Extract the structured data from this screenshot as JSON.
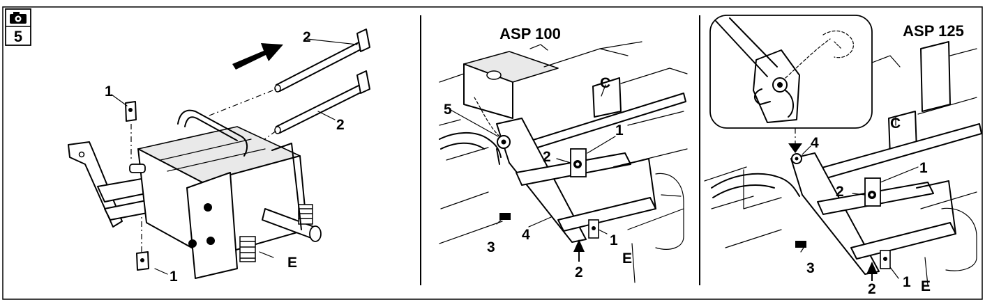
{
  "badge": {
    "icon": "camera-icon",
    "step": "5"
  },
  "panel1": {
    "labels": {
      "clip_top": "1",
      "clip_bottom": "1",
      "pin_top": "2",
      "pin_bottom": "2",
      "frame": "E"
    }
  },
  "panel2": {
    "title": "ASP 100",
    "labels": {
      "l5": "5",
      "C": "C",
      "l1a": "1",
      "l2a": "2",
      "l3": "3",
      "l4": "4",
      "l1b": "1",
      "l2b": "2",
      "E": "E"
    }
  },
  "panel3": {
    "title": "ASP 125",
    "labels": {
      "C": "C",
      "l4": "4",
      "l1a": "1",
      "l2a": "2",
      "l3": "3",
      "l2b": "2",
      "l1b": "1",
      "E": "E"
    }
  },
  "colors": {
    "line": "#000000",
    "background": "#ffffff",
    "shade": "#e9e9e9"
  }
}
